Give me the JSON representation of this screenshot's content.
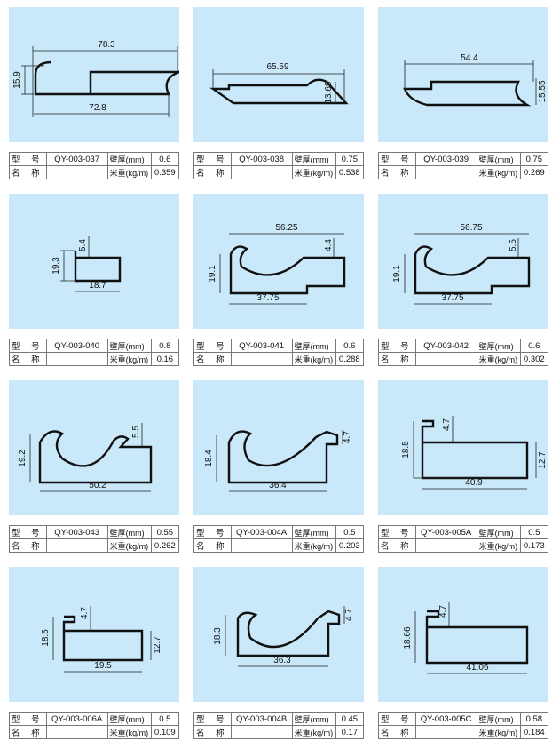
{
  "labels": {
    "model": "型 号",
    "name": "名 称",
    "thickness": "壁厚(mm)",
    "weight": "米重(kg/m)"
  },
  "items": [
    {
      "model": "QY-003-037",
      "thickness": "0.6",
      "weight": "0.359",
      "dims": [
        "78.3",
        "72.8",
        "15.9"
      ]
    },
    {
      "model": "QY-003-038",
      "thickness": "0.75",
      "weight": "0.538",
      "dims": [
        "65.59",
        "13.69"
      ]
    },
    {
      "model": "QY-003-039",
      "thickness": "0.75",
      "weight": "0.269",
      "dims": [
        "54.4",
        "15.55"
      ]
    },
    {
      "model": "QY-003-040",
      "thickness": "0.8",
      "weight": "0.16",
      "dims": [
        "19.3",
        "18.7",
        "5.4"
      ]
    },
    {
      "model": "QY-003-041",
      "thickness": "0.6",
      "weight": "0.288",
      "dims": [
        "56.25",
        "4.4",
        "19.1",
        "37.75"
      ]
    },
    {
      "model": "QY-003-042",
      "thickness": "0.6",
      "weight": "0.302",
      "dims": [
        "56.75",
        "5.5",
        "19.1",
        "37.75"
      ]
    },
    {
      "model": "QY-003-043",
      "thickness": "0.55",
      "weight": "0.262",
      "dims": [
        "5.5",
        "19.2",
        "50.2"
      ]
    },
    {
      "model": "QY-003-004A",
      "thickness": "0.5",
      "weight": "0.203",
      "dims": [
        "18.4",
        "36.4",
        "4.7"
      ]
    },
    {
      "model": "QY-003-005A",
      "thickness": "0.5",
      "weight": "0.173",
      "dims": [
        "4.7",
        "18.5",
        "12.7",
        "40.9"
      ]
    },
    {
      "model": "QY-003-006A",
      "thickness": "0.5",
      "weight": "0.109",
      "dims": [
        "4.7",
        "18.5",
        "12.7",
        "19.5"
      ]
    },
    {
      "model": "QY-003-004B",
      "thickness": "0.45",
      "weight": "0.17",
      "dims": [
        "18.3",
        "36.3",
        "4.7"
      ]
    },
    {
      "model": "QY-003-005C",
      "thickness": "0.58",
      "weight": "0.184",
      "dims": [
        "4.7",
        "18.66",
        "41.06"
      ]
    }
  ]
}
